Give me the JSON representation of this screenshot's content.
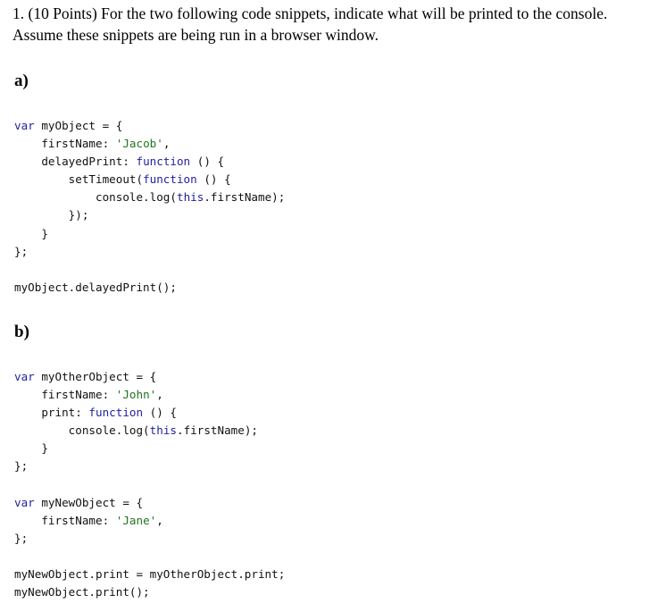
{
  "question": {
    "line1": "1. (10 Points) For the two following code snippets, indicate what will be printed to the console.",
    "line2": "Assume these snippets are being run in a browser window."
  },
  "sections": {
    "a_label": "a)",
    "b_label": "b)"
  },
  "snippet_a": {
    "lines": [
      [
        {
          "t": "var",
          "c": "kw"
        },
        {
          "t": " myObject = {",
          "c": "pl"
        }
      ],
      [
        {
          "t": "    firstName: ",
          "c": "pl"
        },
        {
          "t": "'Jacob'",
          "c": "str"
        },
        {
          "t": ",",
          "c": "pl"
        }
      ],
      [
        {
          "t": "    delayedPrint: ",
          "c": "pl"
        },
        {
          "t": "function",
          "c": "kw"
        },
        {
          "t": " () {",
          "c": "pl"
        }
      ],
      [
        {
          "t": "        setTimeout(",
          "c": "pl"
        },
        {
          "t": "function",
          "c": "kw"
        },
        {
          "t": " () {",
          "c": "pl"
        }
      ],
      [
        {
          "t": "            console.log(",
          "c": "pl"
        },
        {
          "t": "this",
          "c": "kw"
        },
        {
          "t": ".firstName);",
          "c": "pl"
        }
      ],
      [
        {
          "t": "        });",
          "c": "pl"
        }
      ],
      [
        {
          "t": "    }",
          "c": "pl"
        }
      ],
      [
        {
          "t": "};",
          "c": "pl"
        }
      ],
      [],
      [
        {
          "t": "myObject.delayedPrint();",
          "c": "pl"
        }
      ]
    ]
  },
  "snippet_b": {
    "lines": [
      [
        {
          "t": "var",
          "c": "kw"
        },
        {
          "t": " myOtherObject = {",
          "c": "pl"
        }
      ],
      [
        {
          "t": "    firstName: ",
          "c": "pl"
        },
        {
          "t": "'John'",
          "c": "str"
        },
        {
          "t": ",",
          "c": "pl"
        }
      ],
      [
        {
          "t": "    print: ",
          "c": "pl"
        },
        {
          "t": "function",
          "c": "kw"
        },
        {
          "t": " () {",
          "c": "pl"
        }
      ],
      [
        {
          "t": "        console.log(",
          "c": "pl"
        },
        {
          "t": "this",
          "c": "kw"
        },
        {
          "t": ".firstName);",
          "c": "pl"
        }
      ],
      [
        {
          "t": "    }",
          "c": "pl"
        }
      ],
      [
        {
          "t": "};",
          "c": "pl"
        }
      ],
      [],
      [
        {
          "t": "var",
          "c": "kw"
        },
        {
          "t": " myNewObject = {",
          "c": "pl"
        }
      ],
      [
        {
          "t": "    firstName: ",
          "c": "pl"
        },
        {
          "t": "'Jane'",
          "c": "str"
        },
        {
          "t": ",",
          "c": "pl"
        }
      ],
      [
        {
          "t": "};",
          "c": "pl"
        }
      ],
      [],
      [
        {
          "t": "myNewObject.print = myOtherObject.print;",
          "c": "pl"
        }
      ],
      [
        {
          "t": "myNewObject.print();",
          "c": "pl"
        }
      ]
    ]
  }
}
